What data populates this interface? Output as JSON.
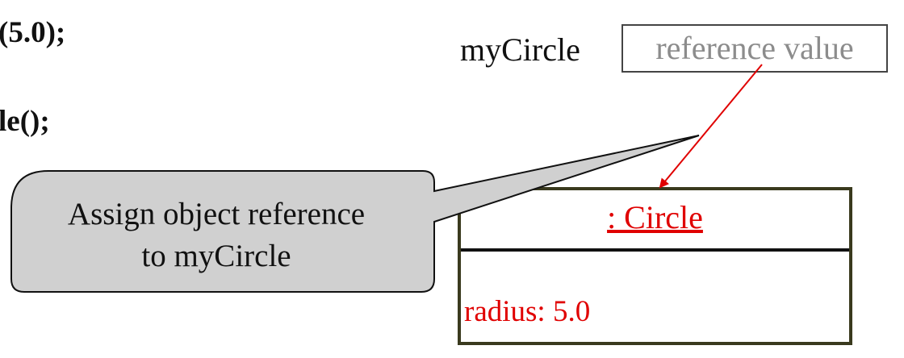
{
  "code": {
    "line1": "(5.0);",
    "line2": "le();"
  },
  "variable": {
    "name": "myCircle",
    "box_text": "reference value"
  },
  "object": {
    "name": ": Circle",
    "field": "radius: 5.0"
  },
  "callout": {
    "line1": "Assign object reference",
    "line2": "to myCircle"
  },
  "colors": {
    "object_text": "#e00000",
    "arrow": "#e00000",
    "reference_text": "#8c8c8c",
    "callout_fill": "#d0d0d0",
    "object_border": "#3a3a1e"
  }
}
